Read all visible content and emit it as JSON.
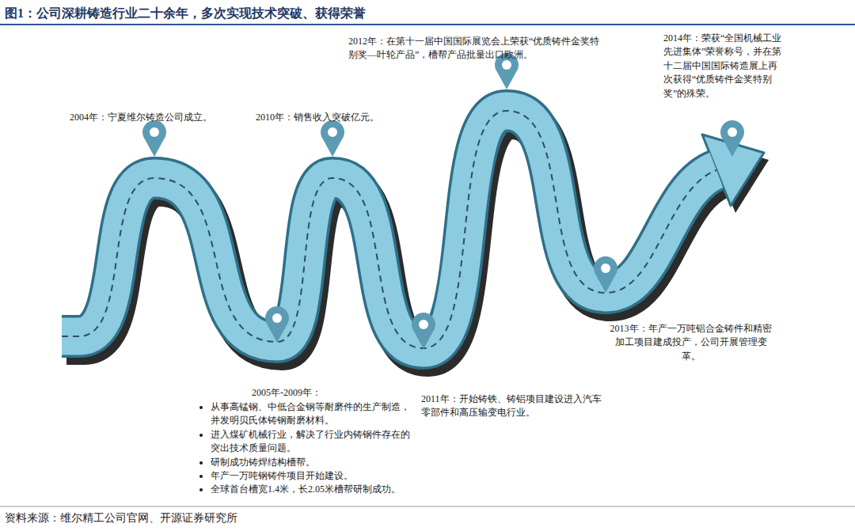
{
  "diagram": {
    "title": "图1：公司深耕铸造行业二十余年，多次实现技术突破、获得荣誉",
    "caption": "资料来源：维尔精工公司官网、开源证券研究所",
    "labels": [
      "2004年：宁夏维尔铸造公司成立。",
      "2010年：销售收入突破亿元。",
      "2012年：在第十一届中国国际展览会上荣获“优质铸件金奖特别奖—叶轮产品”，槽帮产品批量出口欧洲。",
      "2014年：荣获“全国机械工业先进集体”荣誉称号，并在第十二届中国国际铸造展上再次获得“优质铸件金奖特别奖”的殊荣。",
      "2013年：年产一万吨铝合金铸件和精密加工项目建成投产，公司开展管理变革。",
      "2011年：开始铸铁、铸铝项目建设进入汽车零部件和高压输变电行业。",
      "2005年-2009年：",
      "从事高锰钢、中低合金钢等耐磨件的生产制造，并发明贝氏体铸钢耐磨材料。",
      "进入煤矿机械行业，解决了行业内铸钢件存在的突出技术质量问题。",
      "研制成功铸焊结构槽帮。",
      "年产一万吨钢铸件项目开始建设。",
      "全球首台槽宽1.4米，长2.05米槽帮研制成功。"
    ]
  }
}
